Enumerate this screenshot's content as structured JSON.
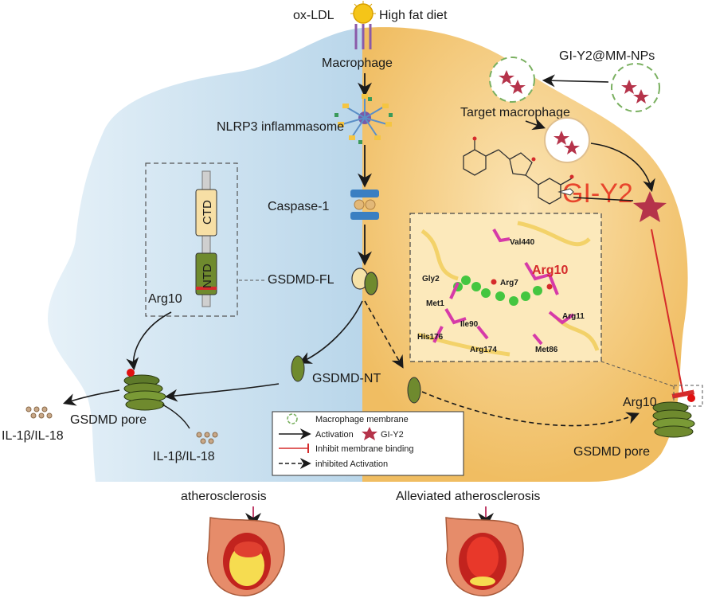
{
  "inputs": {
    "ox_ldl": "ox-LDL",
    "high_fat_diet": "High fat diet"
  },
  "pathway": {
    "macrophage": "Macrophage",
    "nlrp3": "NLRP3 inflammasome",
    "caspase1": "Caspase-1",
    "gsdmd_fl": "GSDMD-FL",
    "gsdmd_nt": "GSDMD-NT"
  },
  "domain_box": {
    "ctd": "CTD",
    "ntd": "NTD",
    "arg10": "Arg10"
  },
  "left_pore": {
    "label": "GSDMD pore",
    "cytokine_released": "IL-1β/IL-18",
    "cytokine_inside": "IL-1β/IL-18"
  },
  "right_side": {
    "nanoparticles": "GI-Y2@MM-NPs",
    "target": "Target macrophage",
    "drug": "GI-Y2",
    "pore_label": "GSDMD pore",
    "arg10": "Arg10"
  },
  "docking": {
    "residues": {
      "val440": "Val440",
      "arg10": "Arg10",
      "gly2": "Gly2",
      "arg7": "Arg7",
      "met1": "Met1",
      "ile90": "Ile90",
      "arg11": "Arg11",
      "his176": "His176",
      "arg174": "Arg174",
      "met86": "Met86"
    }
  },
  "legend": {
    "membrane": "Macrophage membrane",
    "activation": "Activation",
    "drug": "GI-Y2",
    "inhibit": "Inhibit membrane binding",
    "inhibited": "inhibited Activation"
  },
  "outcomes": {
    "left": "atherosclerosis",
    "right": "Alleviated atherosclerosis"
  },
  "colors": {
    "left_bg": "#cfe3f1",
    "right_bg": "#f3c87a",
    "star": "#b5334a",
    "inhibit": "#d52b2b",
    "gsdmd_green": "#7a8a3a",
    "drug_text": "#e8452c"
  }
}
